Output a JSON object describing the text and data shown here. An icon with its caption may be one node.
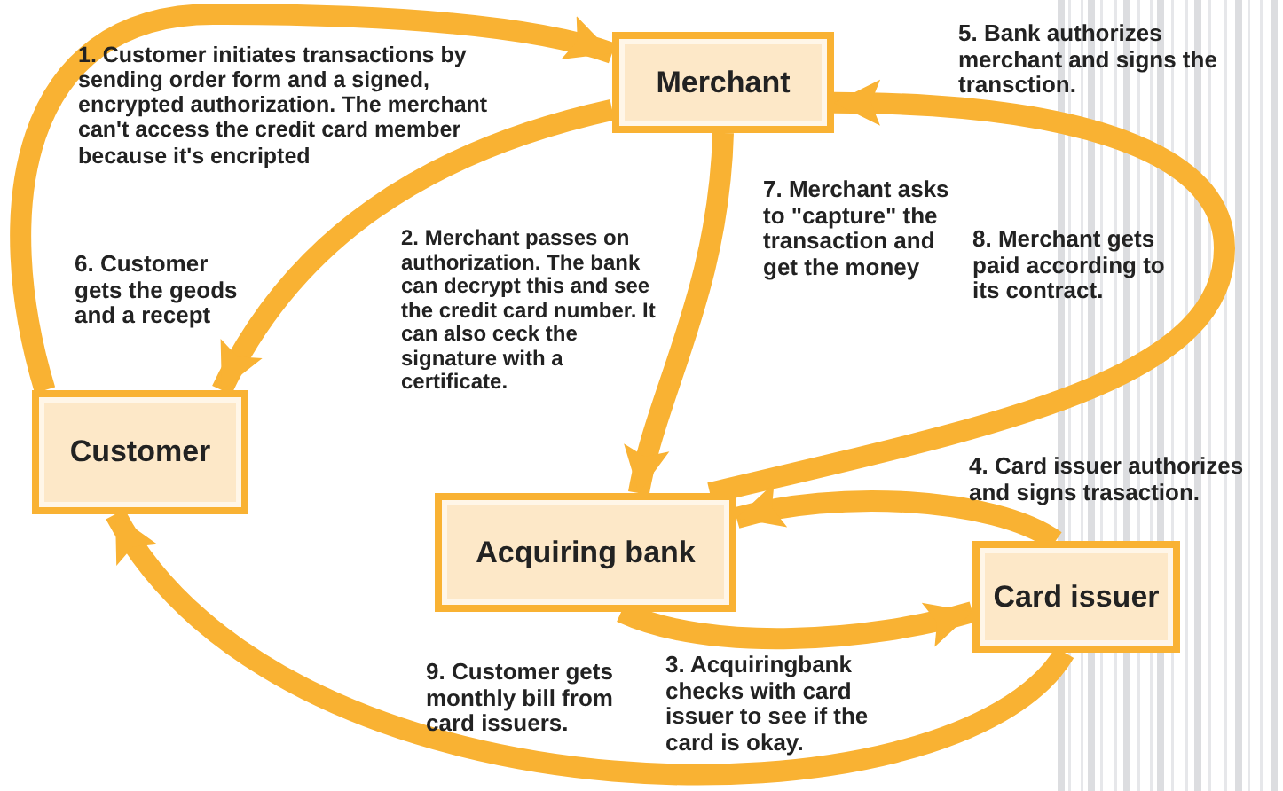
{
  "diagram": {
    "nodes": [
      {
        "text": [
          "Merchant"
        ]
      },
      {
        "text": [
          "Customer"
        ]
      },
      {
        "text": [
          "Acquiring bank"
        ]
      },
      {
        "text": [
          "Card issuer"
        ]
      }
    ],
    "edges": [
      {
        "from": 1,
        "to": 0,
        "arrow": "to"
      },
      {
        "from": 0,
        "to": 1,
        "arrow": "to"
      },
      {
        "from": 0,
        "to": 2,
        "arrow": "to"
      },
      {
        "from": 2,
        "to": 0,
        "arrow": "to"
      },
      {
        "from": 3,
        "to": 2,
        "arrow": "to"
      },
      {
        "from": 2,
        "to": 3,
        "arrow": "to"
      },
      {
        "from": 3,
        "to": 1,
        "arrow": "to"
      }
    ],
    "labels": [
      "1. Customer initiates transactions by sending order form and a signed, encrypted authorization. The merchant can't access the credit card member because it's encripted",
      "5. Bank authorizes merchant and signs the transction.",
      "7. Merchant asks to \"capture\" the transaction and get the money",
      "2. Merchant passes on authorization. The bank can decrypt this and see the credit card number. It can also ceck the signature with a certificate.",
      "6. Customer gets the geods and a recept",
      "8. Merchant gets paid according to its contract.",
      "4. Card issuer authorizes and signs trasaction.",
      "3. Acquiringbank checks with card issuer to see if the card is okay.",
      "9. Customer gets monthly bill from card issuers."
    ]
  }
}
